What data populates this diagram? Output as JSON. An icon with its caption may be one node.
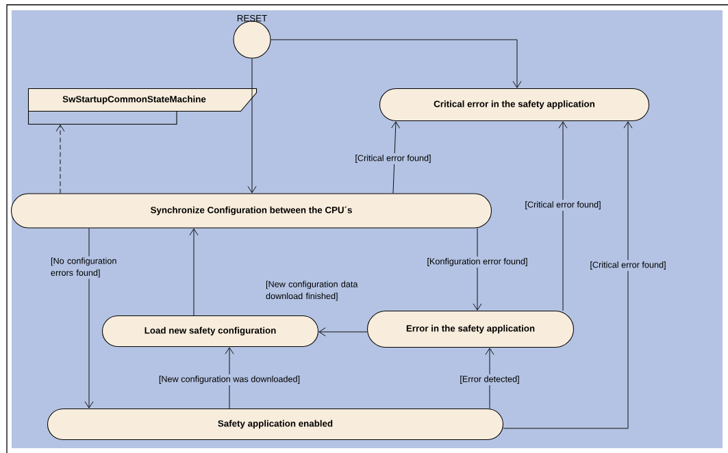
{
  "diagram": {
    "nodes": [
      {
        "text": [
          "RESET"
        ]
      },
      {
        "text": [
          "SwStartupCommonStateMachine"
        ]
      },
      {
        "text": [
          "Critical error in the safety application"
        ]
      },
      {
        "text": [
          "Synchronize Configuration between the CPU´s"
        ]
      },
      {
        "text": [
          "Load new safety configuration"
        ]
      },
      {
        "text": [
          "Error in the safety application"
        ]
      },
      {
        "text": [
          "Safety application enabled"
        ]
      }
    ],
    "edges": [
      {
        "from": 0,
        "to": 2,
        "arrow": "to"
      },
      {
        "from": 0,
        "to": 3,
        "arrow": "to"
      },
      {
        "from": 3,
        "to": 1,
        "arrow": "to",
        "style": "dashed"
      },
      {
        "from": 3,
        "to": 2,
        "arrow": "to",
        "label": "[Critical error found]"
      },
      {
        "from": 3,
        "to": 6,
        "arrow": "to",
        "label": "[No configuration errors found]"
      },
      {
        "from": 3,
        "to": 5,
        "arrow": "to",
        "label": "[Konfiguration error found]"
      },
      {
        "from": 4,
        "to": 3,
        "arrow": "to"
      },
      {
        "from": 5,
        "to": 4,
        "arrow": "to",
        "label": "[New configuration data download finished]"
      },
      {
        "from": 5,
        "to": 2,
        "arrow": "to",
        "label": "[Critical error found]"
      },
      {
        "from": 6,
        "to": 4,
        "arrow": "to",
        "label": "[New configuration was downloaded]"
      },
      {
        "from": 6,
        "to": 5,
        "arrow": "to",
        "label": "[Error detected]"
      },
      {
        "from": 6,
        "to": 2,
        "arrow": "to",
        "label": "[Critical error found]"
      }
    ]
  }
}
